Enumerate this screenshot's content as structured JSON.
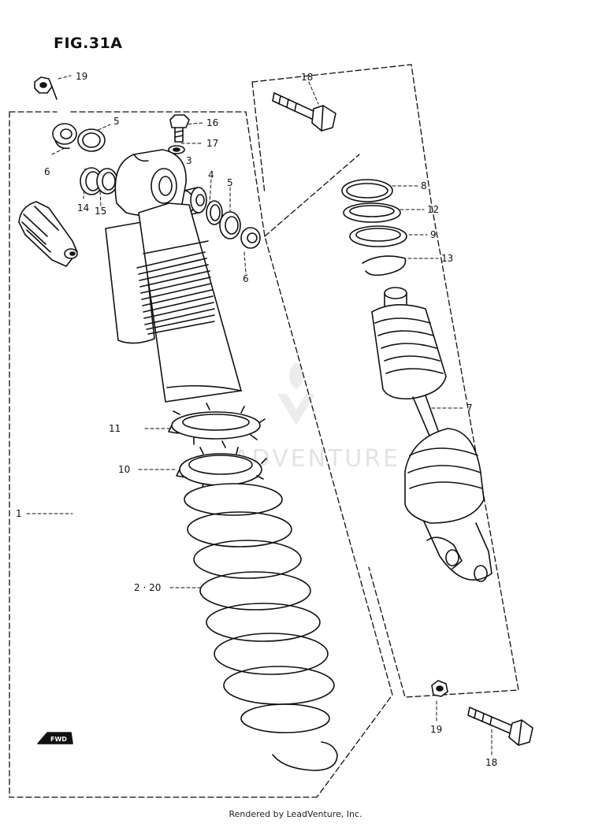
{
  "figure_title": "FIG.31A",
  "footer": "Rendered by LeadVenture, Inc.",
  "watermark": "ADVENTURE",
  "fwd_label": "FWD",
  "callouts": {
    "c19a": "19",
    "c5a": "5",
    "c16": "16",
    "c17": "17",
    "c6a": "6",
    "c3": "3",
    "c4": "4",
    "c5b": "5",
    "c14": "14",
    "c15": "15",
    "c6b": "6",
    "c18a": "18",
    "c8": "8",
    "c12": "12",
    "c9": "9",
    "c13": "13",
    "c7": "7",
    "c11": "11",
    "c10": "10",
    "c1": "1",
    "c2_20": "2 · 20",
    "c19b": "19",
    "c18b": "18"
  },
  "colors": {
    "line": "#111111",
    "paper": "#ffffff",
    "watermark": "#e3e3e3"
  }
}
